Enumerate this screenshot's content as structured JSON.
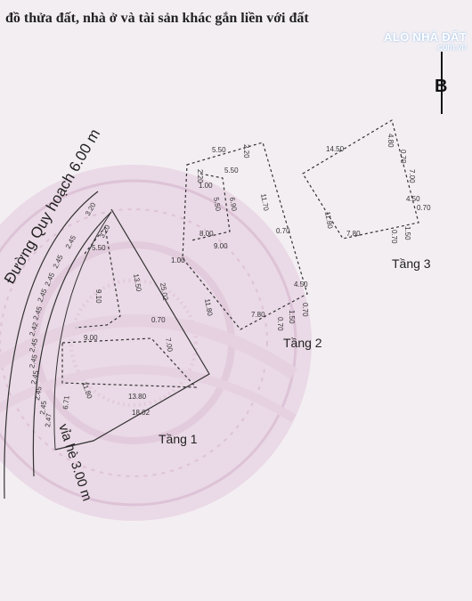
{
  "document": {
    "title": "đồ thửa đất, nhà ở và tài sản khác gắn liền với đất",
    "north_label": "B",
    "watermark": {
      "name": "ALO NHÀ ĐẤT",
      "domain": ".com.vn"
    }
  },
  "plan": {
    "road_label": "Đường Quy hoạch 6.00 m",
    "sidewalk_label": "vỉa hè 3.00 m",
    "road_dims": [
      "3.20",
      "3.20",
      "2.45",
      "2.45",
      "2.45",
      "2.45",
      "2.45",
      "2.42",
      "2.45",
      "2.45",
      "2.45",
      "2.45",
      "2.45",
      "2.47",
      "6.71"
    ],
    "floor1": {
      "label": "Tầng 1",
      "dims": [
        "5.50",
        "9.10",
        "13.50",
        "25.02",
        "0.70",
        "9.00",
        "7.00",
        "11.80",
        "13.80",
        "18.02"
      ]
    },
    "floor2": {
      "label": "Tầng 2",
      "dims": [
        "5.50",
        "2.20",
        "2.20",
        "5.50",
        "1.00",
        "5.50",
        "6.90",
        "11.70",
        "8.00",
        "9.00",
        "0.70",
        "1.00",
        "11.80",
        "4.50",
        "0.70",
        "7.80",
        "0.70",
        "1.50"
      ]
    },
    "floor3": {
      "label": "Tầng 3",
      "dims": [
        "14.50",
        "4.80",
        "0.70",
        "7.00",
        "11.80",
        "4.50",
        "0.70",
        "7.80",
        "0.70",
        "1.50"
      ]
    }
  }
}
